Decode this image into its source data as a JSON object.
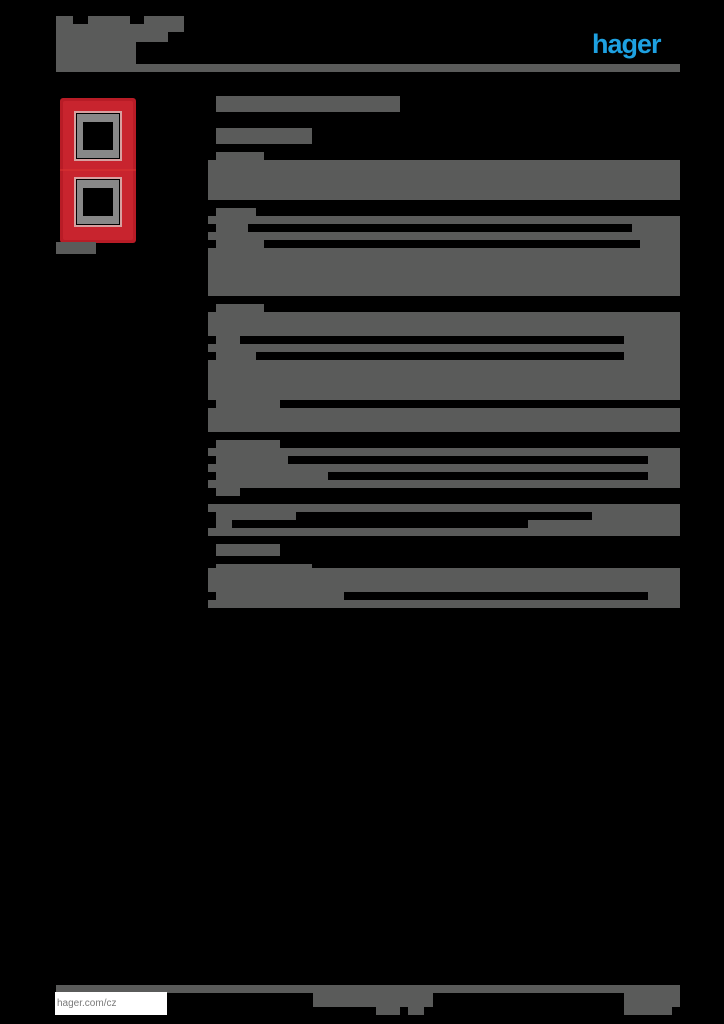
{
  "header": {
    "title_line1": "",
    "title_line2": "",
    "title_line3": "",
    "brand_logo": "hager",
    "brand_color": "#1ea1e1"
  },
  "product": {
    "image_alt": "red double frame vertical",
    "frame_color": "#c0202a",
    "caption": ""
  },
  "main": {
    "heading": "",
    "subheading": "",
    "sections": [
      {
        "title": "",
        "rows": [
          ""
        ]
      },
      {
        "title": "",
        "rows": [
          "",
          "",
          "",
          ""
        ]
      },
      {
        "title": "",
        "rows": [
          "",
          "",
          "",
          ""
        ]
      },
      {
        "title": "",
        "rows": [
          ""
        ]
      },
      {
        "title": "",
        "rows": [
          "",
          "",
          "",
          ""
        ]
      },
      {
        "title": "",
        "rows": [
          "",
          ""
        ]
      }
    ]
  },
  "footer": {
    "url": "hager.com/cz",
    "center_text": "",
    "page_info": ""
  },
  "colors": {
    "redaction_gray": "#5a5b5a",
    "background": "#000000"
  }
}
